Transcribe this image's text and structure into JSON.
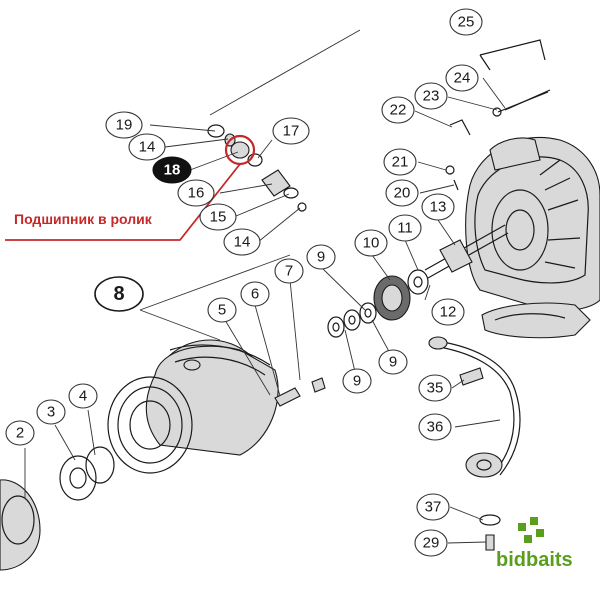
{
  "diagram": {
    "callouts": [
      {
        "id": "c19",
        "label": "19"
      },
      {
        "id": "c14a",
        "label": "14"
      },
      {
        "id": "c18",
        "label": "18",
        "highlight": true
      },
      {
        "id": "c17",
        "label": "17"
      },
      {
        "id": "c16",
        "label": "16"
      },
      {
        "id": "c15",
        "label": "15"
      },
      {
        "id": "c14b",
        "label": "14"
      },
      {
        "id": "c8",
        "label": "8"
      },
      {
        "id": "c7",
        "label": "7"
      },
      {
        "id": "c6",
        "label": "6"
      },
      {
        "id": "c5",
        "label": "5"
      },
      {
        "id": "c9a",
        "label": "9"
      },
      {
        "id": "c10",
        "label": "10"
      },
      {
        "id": "c11",
        "label": "11"
      },
      {
        "id": "c13",
        "label": "13"
      },
      {
        "id": "c12",
        "label": "12"
      },
      {
        "id": "c9b",
        "label": "9"
      },
      {
        "id": "c9c",
        "label": "9"
      },
      {
        "id": "c4",
        "label": "4"
      },
      {
        "id": "c3",
        "label": "3"
      },
      {
        "id": "c2",
        "label": "2"
      },
      {
        "id": "c25",
        "label": "25"
      },
      {
        "id": "c24",
        "label": "24"
      },
      {
        "id": "c23",
        "label": "23"
      },
      {
        "id": "c22",
        "label": "22"
      },
      {
        "id": "c21",
        "label": "21"
      },
      {
        "id": "c20",
        "label": "20"
      },
      {
        "id": "c35",
        "label": "35"
      },
      {
        "id": "c36",
        "label": "36"
      },
      {
        "id": "c37",
        "label": "37"
      },
      {
        "id": "c29",
        "label": "29"
      }
    ],
    "annotation": {
      "text": "Подшипник в ролик",
      "color": "#c62828"
    },
    "logo": {
      "text": "bidbaits",
      "color": "#5a9e1e"
    }
  }
}
